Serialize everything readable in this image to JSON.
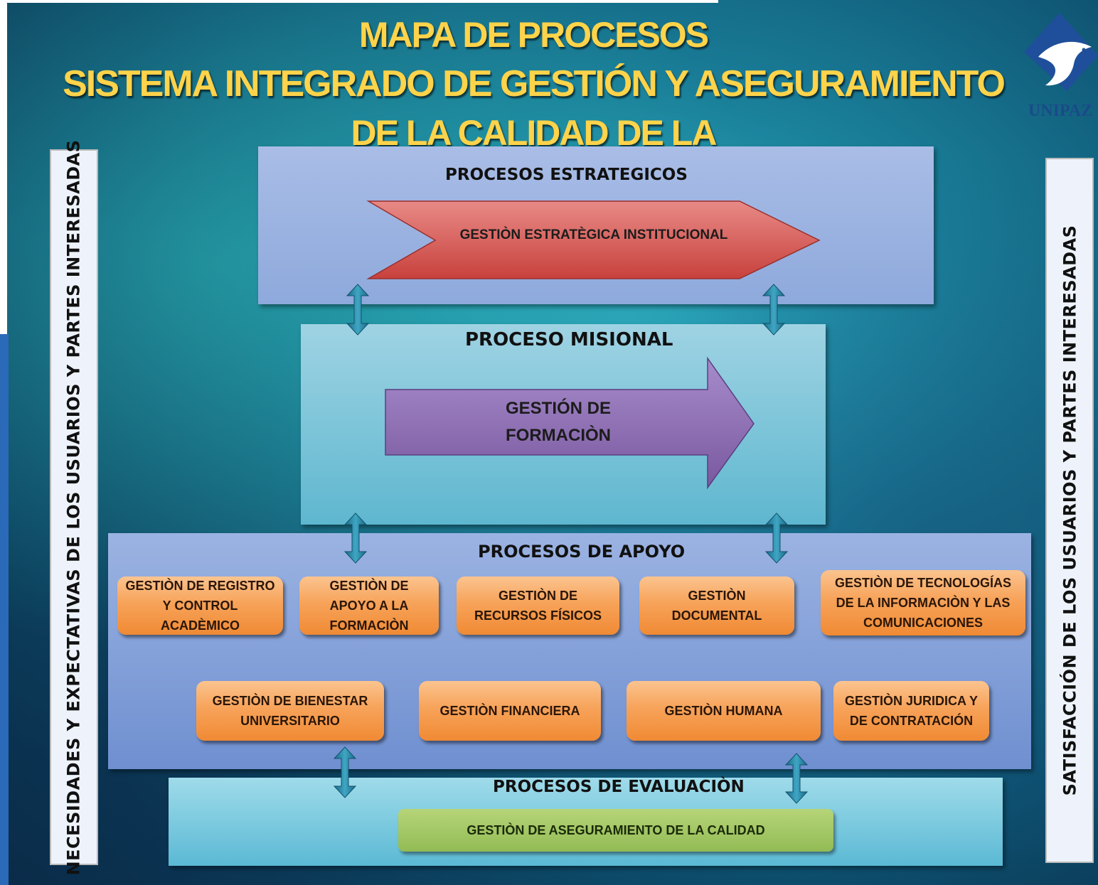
{
  "title": {
    "line1": "MAPA DE PROCESOS",
    "line2": "SISTEMA INTEGRADO DE GESTIÓN Y ASEGURAMIENTO",
    "line3": "DE LA CALIDAD DE LA"
  },
  "logo": {
    "text": "UNIPAZ"
  },
  "side": {
    "left": "NECESIDADES Y EXPECTATIVAS DE LOS USUARIOS Y PARTES INTERESADAS",
    "right": "SATISFACCIÓN DE LOS USUARIOS Y PARTES INTERESADAS"
  },
  "estrategicos": {
    "title": "PROCESOS ESTRATEGICOS",
    "arrow": "GESTIÒN ESTRATÈGICA INSTITUCIONAL"
  },
  "misional": {
    "title": "PROCESO MISIONAL",
    "arrow_line1": "GESTIÓN DE",
    "arrow_line2": "FORMACIÒN"
  },
  "apoyo": {
    "title": "PROCESOS DE APOYO",
    "row1": [
      "GESTIÒN DE REGISTRO Y CONTROL ACADÈMICO",
      "GESTIÒN DE APOYO A LA FORMACIÒN",
      "GESTIÒN DE RECURSOS FÍSICOS",
      "GESTIÒN DOCUMENTAL",
      "GESTIÒN DE TECNOLOGÍAS DE LA INFORMACIÒN Y LAS COMUNICACIONES"
    ],
    "row2": [
      "GESTIÒN DE BIENESTAR UNIVERSITARIO",
      "GESTIÒN FINANCIERA",
      "GESTIÒN HUMANA",
      "GESTIÒN JURIDICA Y DE CONTRATACIÓN"
    ]
  },
  "evaluacion": {
    "title": "PROCESOS DE EVALUACIÒN",
    "box": "GESTIÒN DE ASEGURAMIENTO DE LA CALIDAD"
  },
  "colors": {
    "title": "#ffd34a",
    "orange": "#f7a35a",
    "green": "#92bb55",
    "red_arrow": "#d9615e",
    "purple_arrow": "#8a6bb0",
    "connector": "#2b7f9a"
  }
}
